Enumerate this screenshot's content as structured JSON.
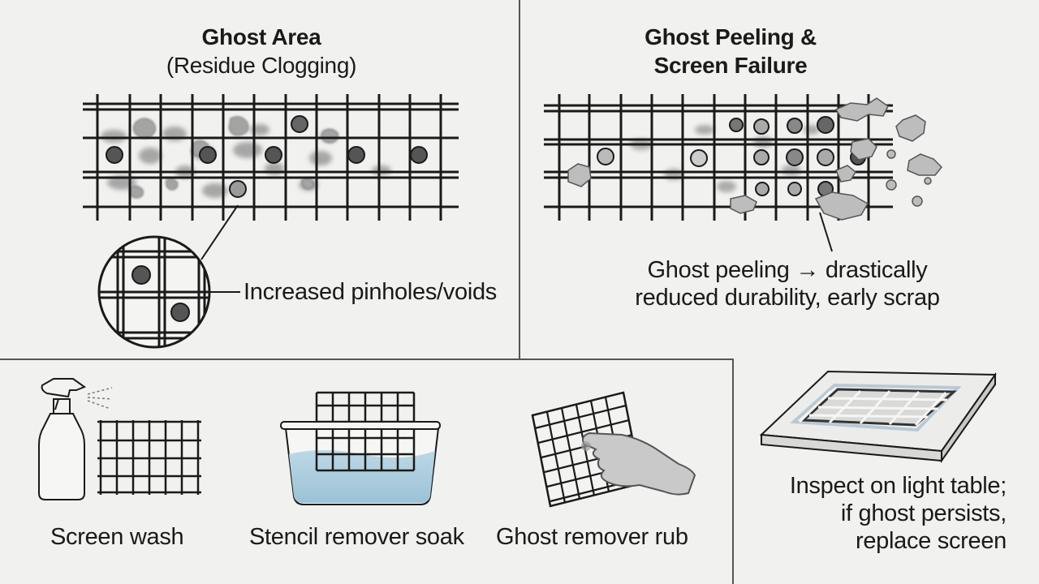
{
  "panels": {
    "ghost_area": {
      "title_line1": "Ghost Area",
      "title_line2": "(Residue Clogging)",
      "callout": "Increased pinholes/voids"
    },
    "ghost_peeling": {
      "title_line1": "Ghost Peeling &",
      "title_line2": "Screen Failure",
      "callout_line1": "Ghost peeling → drastically",
      "callout_line2": "reduced durability, early scrap"
    }
  },
  "steps": [
    {
      "label": "Screen wash",
      "icon": "spray-bottle-icon"
    },
    {
      "label": "Stencil remover soak",
      "icon": "soak-tub-icon"
    },
    {
      "label": "Ghost remover rub",
      "icon": "gloved-hand-rub-icon"
    }
  ],
  "inspect": {
    "line1": "Inspect on light table;",
    "line2": "if ghost persists,",
    "line3": "replace screen",
    "icon": "light-table-icon"
  },
  "colors": {
    "ink": "#1a1a1a",
    "residue": "#9a9a9a",
    "water": "#a9cbdc",
    "glove": "#c9c9c9",
    "background": "#f1f1ef"
  }
}
